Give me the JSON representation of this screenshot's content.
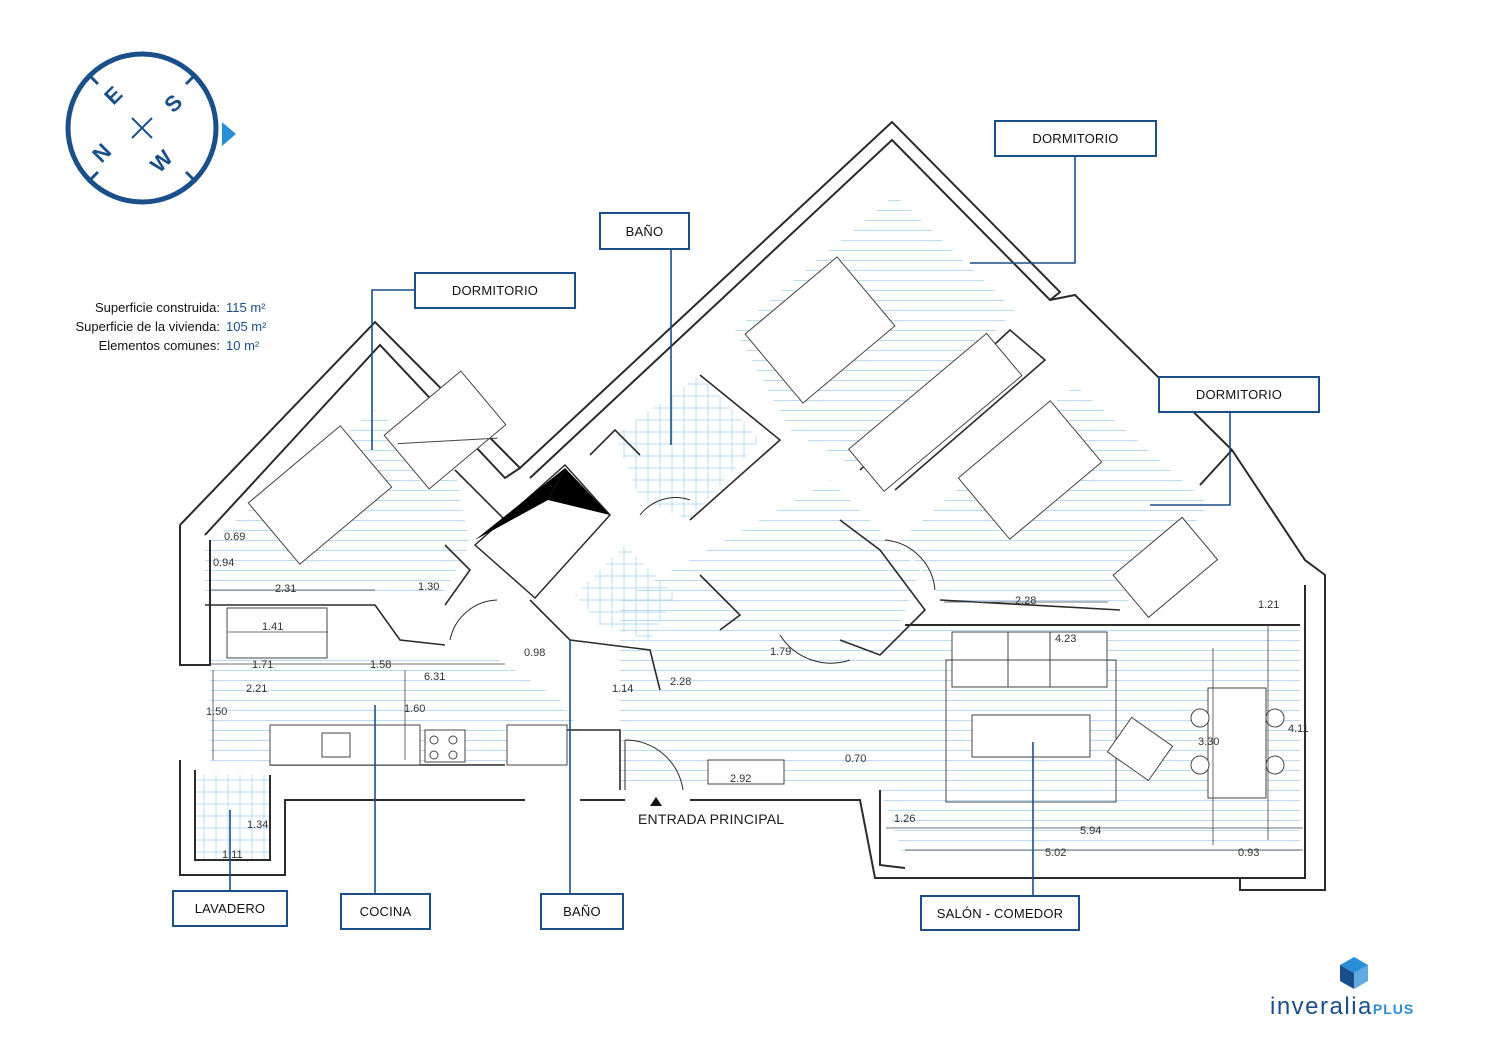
{
  "compass": {
    "letters": [
      "E",
      "S",
      "N",
      "W"
    ]
  },
  "areas": [
    {
      "label": "Superficie construida:",
      "value": "115 m²"
    },
    {
      "label": "Superficie de la vivienda:",
      "value": "105 m²"
    },
    {
      "label": "Elementos comunes:",
      "value": "10 m²"
    }
  ],
  "rooms": {
    "dormitorio_1": "DORMITORIO",
    "dormitorio_2": "DORMITORIO",
    "dormitorio_3": "DORMITORIO",
    "bano_1": "BAÑO",
    "bano_2": "BAÑO",
    "lavadero": "LAVADERO",
    "cocina": "COCINA",
    "salon": "SALÓN - COMEDOR"
  },
  "entrance": "ENTRADA PRINCIPAL",
  "dimensions": [
    "1.41",
    "1.71",
    "1.58",
    "6.31",
    "2.31",
    "2.21",
    "1.50",
    "1.60",
    "1.30",
    "0.98",
    "1.14",
    "2.28",
    "1.79",
    "2.92",
    "0.70",
    "4.23",
    "4.11",
    "3.30",
    "1.21",
    "5.94",
    "5.02",
    "0.93",
    "1.26",
    "2.28",
    "1.34",
    "1.11",
    "0.94",
    "0.69"
  ],
  "logo": {
    "name": "inveralia",
    "suffix": "PLUS"
  },
  "colors": {
    "accent": "#1a4f8a",
    "floor": "#a9d4f0",
    "wall": "#2b2b2b",
    "logo_light": "#2a8ed6"
  }
}
